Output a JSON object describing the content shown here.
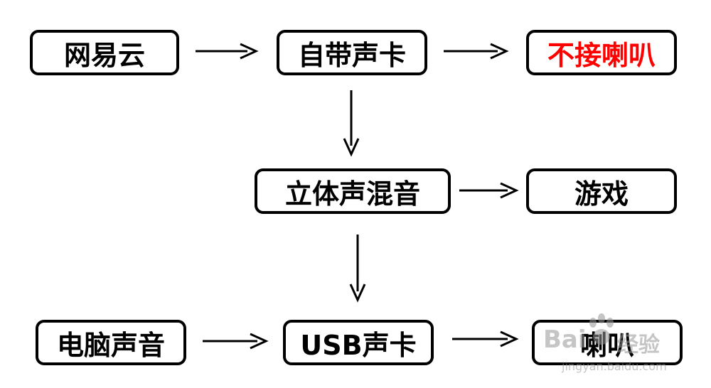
{
  "nodes": {
    "netease": "网易云",
    "builtin_card": "自带声卡",
    "no_speaker": "不接喇叭",
    "stereo_mix": "立体声混音",
    "game": "游戏",
    "pc_sound": "电脑声音",
    "usb_card": "USB声卡",
    "speaker": "喇叭"
  },
  "colors": {
    "highlight": "#ff0000",
    "stroke": "#000000"
  },
  "watermark": {
    "logo_left": "Bai",
    "logo_right": "经验",
    "url": "jingyan.baidu.com"
  }
}
